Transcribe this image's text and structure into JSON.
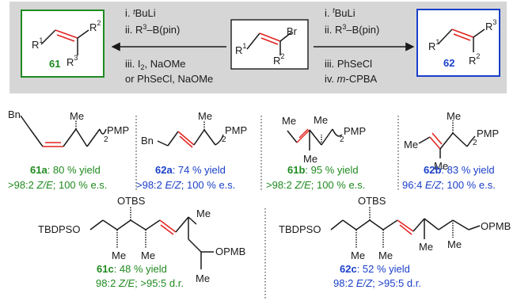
{
  "colors": {
    "green": "#1f8a1f",
    "blue": "#1a3fc8",
    "red": "#e0231f",
    "banner_bg": "#d6d6d6",
    "ink": "#1a1a1a"
  },
  "scheme": {
    "start": {
      "r1": "R",
      "r1_sub": "1",
      "r2": "R",
      "r2_sub": "2",
      "br": "Br"
    },
    "left_product": {
      "r1": "R",
      "r1_sub": "1",
      "r2": "R",
      "r2_sub": "2",
      "r3": "R",
      "r3_sub": "3",
      "id": "61"
    },
    "right_product": {
      "r1": "R",
      "r1_sub": "1",
      "r2": "R",
      "r2_sub": "2",
      "r3": "R",
      "r3_sub": "3",
      "id": "62"
    },
    "left_conditions": {
      "i_prefix": "i. ",
      "i_t": "t",
      "i_reagent": "BuLi",
      "ii": "ii. R",
      "ii_sup": "3",
      "ii_rest": "–B(pin)",
      "iii": "iii. I",
      "iii_sub": "2",
      "iii_rest": ", NaOMe",
      "alt": "or PhSeCl, NaOMe"
    },
    "right_conditions": {
      "i_prefix": "i. ",
      "i_t": "t",
      "i_reagent": "BuLi",
      "ii": "ii. R",
      "ii_sup": "3",
      "ii_rest": "–B(pin)",
      "iii": "iii. PhSeCl",
      "iv": "iv. ",
      "iv_m": "m",
      "iv_rest": "-CPBA"
    }
  },
  "products": [
    {
      "id": "61a",
      "yield": ": 80 % yield",
      "sel_pre": ">98:2 ",
      "sel_ratio": "Z/E",
      "sel_post": "; 100 % e.s.",
      "labels": {
        "bn": "Bn",
        "me": "Me",
        "pmp": "PMP",
        "sub": "2"
      }
    },
    {
      "id": "62a",
      "yield": ": 74 % yield",
      "sel_pre": ">98:2 ",
      "sel_ratio": "E/Z",
      "sel_post": "; 100 % e.s.",
      "labels": {
        "bn": "Bn",
        "me": "Me",
        "pmp": "PMP",
        "sub": "2"
      }
    },
    {
      "id": "61b",
      "yield": ": 95 % yield",
      "sel_pre": ">98:2 ",
      "sel_ratio": "Z/E",
      "sel_post": "; 100 % e.s.",
      "labels": {
        "me1": "Me",
        "me2": "Me",
        "me3": "Me",
        "pmp": "PMP",
        "sub": "2"
      }
    },
    {
      "id": "62b",
      "yield": ": 83 % yield",
      "sel_pre": "96:4 ",
      "sel_ratio": "E/Z",
      "sel_post": "; 100 % e.s.",
      "labels": {
        "me1": "Me",
        "me2": "Me",
        "me3": "Me",
        "pmp": "PMP",
        "sub": "2"
      }
    },
    {
      "id": "61c",
      "yield": ": 48 % yield",
      "sel_pre": "98:2 ",
      "sel_ratio": "Z/E",
      "sel_post": "; >95:5 d.r.",
      "labels": {
        "otbs": "OTBS",
        "tbdpso": "TBDPSO",
        "me1": "Me",
        "me2": "Me",
        "me3": "Me",
        "me4": "Me",
        "opmb": "OPMB"
      }
    },
    {
      "id": "62c",
      "yield": ": 52 % yield",
      "sel_pre": "98:2 ",
      "sel_ratio": "E/Z",
      "sel_post": "; >95:5 d.r.",
      "labels": {
        "otbs": "OTBS",
        "tbdpso": "TBDPSO",
        "me1": "Me",
        "me2": "Me",
        "me3": "Me",
        "me4": "Me",
        "opmb": "OPMB"
      }
    }
  ]
}
